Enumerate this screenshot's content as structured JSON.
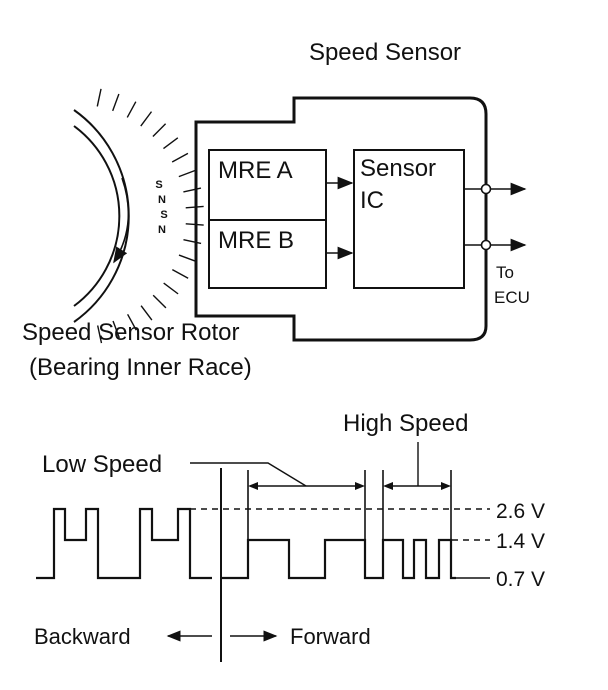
{
  "sensor": {
    "title": "Speed Sensor",
    "mre_a": "MRE A",
    "mre_b": "MRE B",
    "ic_line1": "Sensor",
    "ic_line2": "IC",
    "to": "To",
    "ecu": "ECU"
  },
  "rotor": {
    "label_line1": "Speed Sensor Rotor",
    "label_line2": "(Bearing Inner Race)",
    "poles": [
      "S",
      "N",
      "S",
      "N"
    ]
  },
  "waveform": {
    "low_speed": "Low Speed",
    "high_speed": "High Speed",
    "v_high": "2.6 V",
    "v_mid": "1.4 V",
    "v_low": "0.7 V",
    "backward": "Backward",
    "forward": "Forward"
  }
}
